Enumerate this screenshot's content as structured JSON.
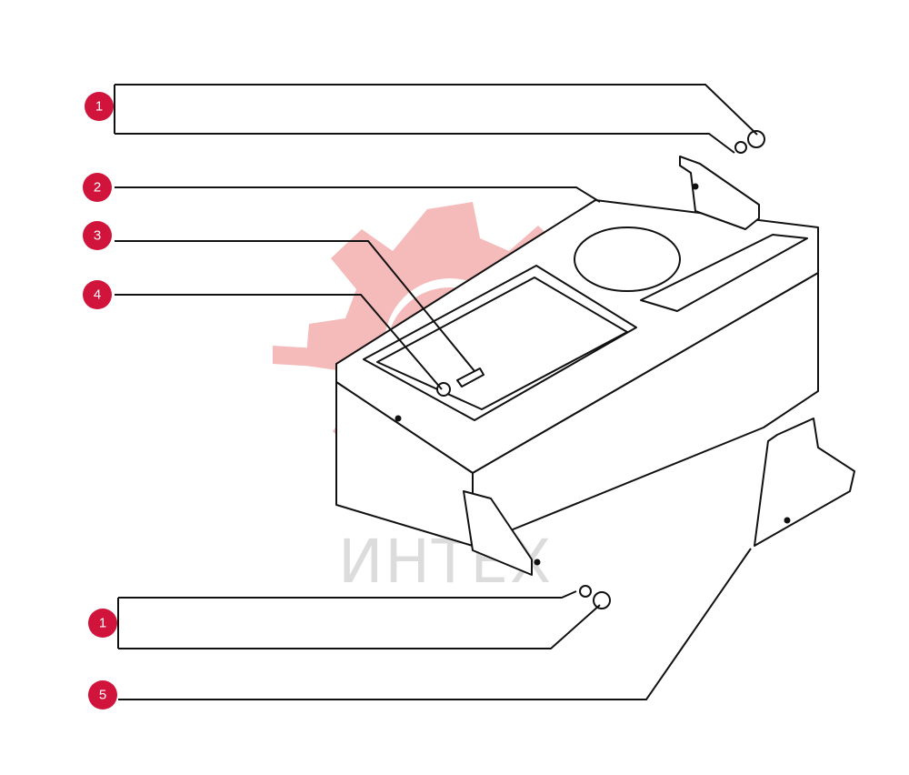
{
  "watermark": {
    "text": "ИНТЕХ",
    "color": "#f2a3a3"
  },
  "marker_color": "#d0143c",
  "callouts": [
    {
      "id": "c1a",
      "label": "1"
    },
    {
      "id": "c2",
      "label": "2"
    },
    {
      "id": "c3",
      "label": "3"
    },
    {
      "id": "c4",
      "label": "4"
    },
    {
      "id": "c1b",
      "label": "1"
    },
    {
      "id": "c5",
      "label": "5"
    }
  ]
}
